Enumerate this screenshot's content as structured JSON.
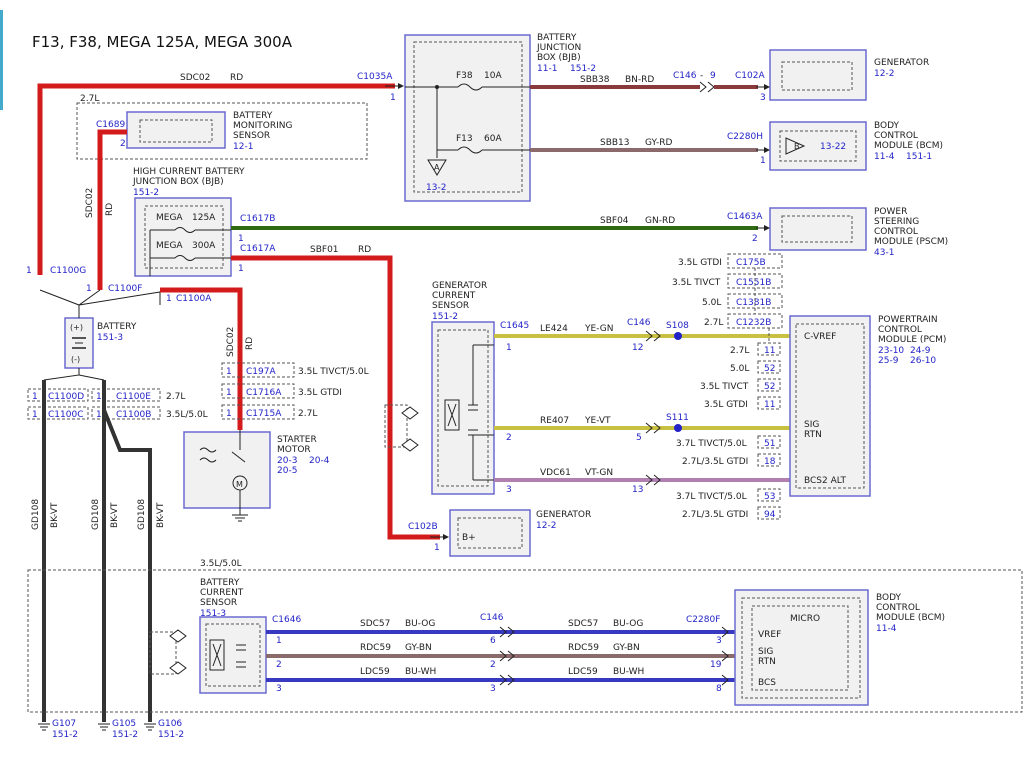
{
  "title": "F13, F38, MEGA 125A, MEGA 300A",
  "wire_colors": {
    "red": "#d41b1b",
    "brown_red": "#8a3a3a",
    "brown_gray": "#8a6a6a",
    "green": "#2f6a12",
    "yellow_green": "#c8c040",
    "violet_green": "#b080b0",
    "blue": "#3838c0",
    "black": "#222222",
    "dark": "#333333"
  },
  "components": {
    "bjb": {
      "name": "BATTERY JUNCTION BOX (BJB)",
      "ref1": "11-1",
      "ref2": "151-2",
      "ref3": "13-2"
    },
    "generator_top": {
      "name": "GENERATOR",
      "ref": "12-2"
    },
    "bcm_top": {
      "name": "BODY CONTROL MODULE (BCM)",
      "ref1": "11-4",
      "ref2": "151-1",
      "inner_ref": "13-22"
    },
    "bms": {
      "name": "BATTERY MONITORING SENSOR",
      "ref": "12-1",
      "variant": "2.7L"
    },
    "hcbjb": {
      "name": "HIGH CURRENT BATTERY JUNCTION BOX (BJB)",
      "ref": "151-2"
    },
    "pscm": {
      "name": "POWER STEERING CONTROL MODULE (PSCM)",
      "ref": "43-1"
    },
    "battery": {
      "name": "BATTERY",
      "ref": "151-3",
      "plus": "(+)",
      "minus": "(-)"
    },
    "starter": {
      "name": "STARTER MOTOR",
      "ref1": "20-3",
      "ref2": "20-4",
      "ref3": "20-5"
    },
    "gcs": {
      "name": "GENERATOR CURRENT SENSOR",
      "ref": "151-2"
    },
    "pcm": {
      "name": "POWERTRAIN CONTROL MODULE (PCM)",
      "ref1": "23-10",
      "ref2": "24-9",
      "ref3": "25-9",
      "ref4": "26-10"
    },
    "generator_bot": {
      "name": "GENERATOR",
      "ref": "12-2",
      "terminal": "B+"
    },
    "bcs": {
      "name": "BATTERY CURRENT SENSOR",
      "ref": "151-3"
    },
    "bcm_bot": {
      "name": "BODY CONTROL MODULE (BCM)",
      "ref": "11-4",
      "micro": "MICRO"
    }
  },
  "fuses": {
    "f38": {
      "id": "F38",
      "rating": "10A"
    },
    "f13": {
      "id": "F13",
      "rating": "60A"
    },
    "mega125": {
      "id": "MEGA",
      "rating": "125A"
    },
    "mega300": {
      "id": "MEGA",
      "rating": "300A"
    }
  },
  "circuits": {
    "sdc02_top": {
      "code": "SDC02",
      "color": "RD"
    },
    "sbb38": {
      "code": "SBB38",
      "color": "BN-RD"
    },
    "sbb13": {
      "code": "SBB13",
      "color": "GY-RD"
    },
    "sbf04": {
      "code": "SBF04",
      "color": "GN-RD"
    },
    "sbf01": {
      "code": "SBF01",
      "color": "RD"
    },
    "sdc02_v1": {
      "code": "SDC02",
      "color": "RD"
    },
    "sdc02_v2": {
      "code": "SDC02",
      "color": "RD"
    },
    "le424": {
      "code": "LE424",
      "color": "YE-GN"
    },
    "re407": {
      "code": "RE407",
      "color": "YE-VT"
    },
    "vdc61": {
      "code": "VDC61",
      "color": "VT-GN"
    },
    "gd108_1": {
      "code": "GD108",
      "color": "BK-VT"
    },
    "gd108_2": {
      "code": "GD108",
      "color": "BK-VT"
    },
    "gd108_3": {
      "code": "GD108",
      "color": "BK-VT"
    },
    "sdc57_a": {
      "code": "SDC57",
      "color": "BU-OG"
    },
    "rdc59_a": {
      "code": "RDC59",
      "color": "GY-BN"
    },
    "ldc59_a": {
      "code": "LDC59",
      "color": "BU-WH"
    },
    "sdc57_b": {
      "code": "SDC57",
      "color": "BU-OG"
    },
    "rdc59_b": {
      "code": "RDC59",
      "color": "GY-BN"
    },
    "ldc59_b": {
      "code": "LDC59",
      "color": "BU-WH"
    }
  },
  "connectors": {
    "c1035a": {
      "id": "C1035A",
      "pin": "1"
    },
    "c146_top": {
      "id": "C146",
      "pin": "9"
    },
    "c102a": {
      "id": "C102A",
      "pin": "3"
    },
    "c2280h": {
      "id": "C2280H",
      "pin": "1"
    },
    "c1689": {
      "id": "C1689",
      "pin": "2"
    },
    "c1617b": {
      "id": "C1617B",
      "pin": "1"
    },
    "c1463a": {
      "id": "C1463A",
      "pin": "2"
    },
    "c1617a": {
      "id": "C1617A",
      "pin": "1"
    },
    "c1100g": {
      "id": "C1100G",
      "pin": "1"
    },
    "c1100f": {
      "id": "C1100F",
      "pin": "1"
    },
    "c1100a": {
      "id": "C1100A",
      "pin": "1"
    },
    "c1100d": {
      "id": "C1100D",
      "pin": "1"
    },
    "c1100e": {
      "id": "C1100E",
      "pin": "1"
    },
    "c1100c": {
      "id": "C1100C",
      "pin": "1"
    },
    "c1100b": {
      "id": "C1100B",
      "pin": "1"
    },
    "c197a": {
      "id": "C197A",
      "pin": "1",
      "variant": "3.5L TIVCT/5.0L"
    },
    "c1716a": {
      "id": "C1716A",
      "pin": "1",
      "variant": "3.5L GTDI"
    },
    "c1715a": {
      "id": "C1715A",
      "pin": "1",
      "variant": "2.7L"
    },
    "c1645": {
      "id": "C1645",
      "pin1": "1",
      "pin2": "2",
      "pin3": "3"
    },
    "c146_mid": {
      "id": "C146",
      "pin12": "12",
      "pin5": "5",
      "pin13": "13"
    },
    "c102b": {
      "id": "C102B",
      "pin": "1"
    },
    "c1646": {
      "id": "C1646",
      "pin1": "1",
      "pin2": "2",
      "pin3": "3"
    },
    "c146_bot": {
      "id": "C146",
      "pin6": "6",
      "pin2": "2",
      "pin3": "3"
    },
    "c2280f": {
      "id": "C2280F",
      "pin3": "3",
      "pin19": "19",
      "pin8": "8"
    }
  },
  "variants": {
    "c1100e": "2.7L",
    "c1100b": "3.5L/5.0L",
    "bottom": "3.5L/5.0L"
  },
  "pcm_connectors": [
    {
      "variant": "3.5L GTDI",
      "id": "C175B"
    },
    {
      "variant": "3.5L TIVCT",
      "id": "C1551B"
    },
    {
      "variant": "5.0L",
      "id": "C1381B"
    },
    {
      "variant": "2.7L",
      "id": "C1232B"
    }
  ],
  "pcm_pins_vref": [
    {
      "variant": "2.7L",
      "pin": "11"
    },
    {
      "variant": "5.0L",
      "pin": "52"
    },
    {
      "variant": "3.5L TIVCT",
      "pin": "52"
    },
    {
      "variant": "3.5L GTDI",
      "pin": "11"
    }
  ],
  "pcm_pins_sig": [
    {
      "variant": "3.7L TIVCT/5.0L",
      "pin": "51"
    },
    {
      "variant": "2.7L/3.5L GTDI",
      "pin": "18"
    }
  ],
  "pcm_pins_alt": [
    {
      "variant": "3.7L TIVCT/5.0L",
      "pin": "53"
    },
    {
      "variant": "2.7L/3.5L GTDI",
      "pin": "94"
    }
  ],
  "pcm_labels": {
    "vref": "C-VREF",
    "sig": "SIG",
    "rtn": "RTN",
    "alt": "BCS2 ALT"
  },
  "splices": {
    "s108": "S108",
    "s111": "S111"
  },
  "bcm_labels": {
    "vref": "VREF",
    "sig": "SIG",
    "rtn": "RTN",
    "bcs": "BCS"
  },
  "grounds": [
    {
      "id": "G107",
      "ref": "151-2"
    },
    {
      "id": "G105",
      "ref": "151-2"
    },
    {
      "id": "G106",
      "ref": "151-2"
    }
  ]
}
